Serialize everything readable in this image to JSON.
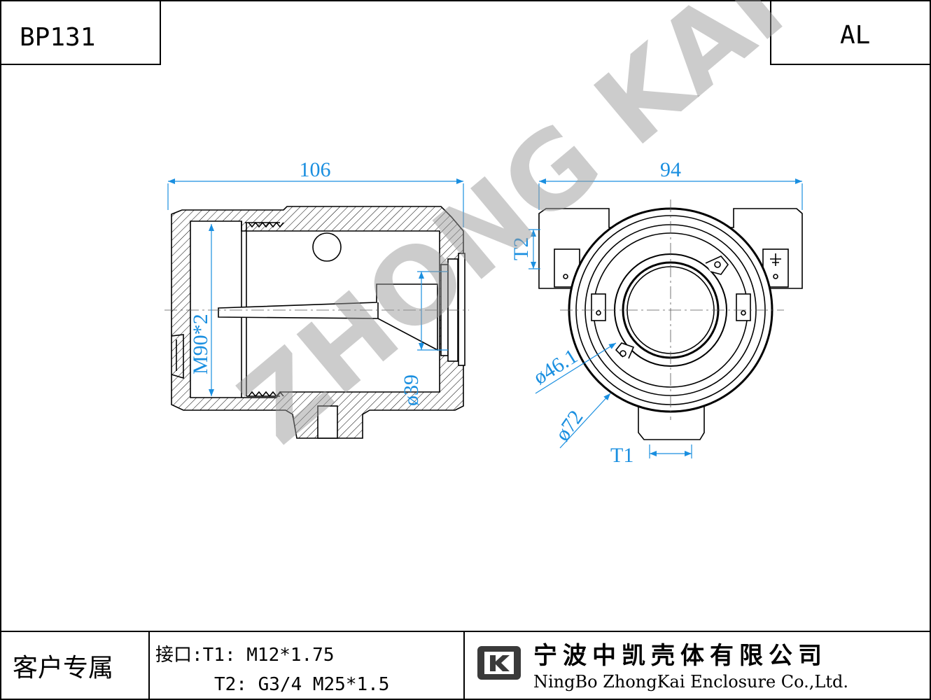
{
  "header": {
    "model_code": "BP131",
    "material": "AL"
  },
  "drawing": {
    "watermark": "ZHONG KAI",
    "dimensions": {
      "side_width": "106",
      "front_width": "94",
      "thread": "M90*2",
      "bore_dia": "ø39",
      "inner_dia": "ø46.1",
      "outer_dia": "ø72",
      "port_t1": "T1",
      "port_t2": "T2"
    }
  },
  "footer": {
    "customer_label": "客户专属",
    "port_line1": "接口:T1: M12*1.75",
    "port_line2": "T2: G3/4 M25*1.5",
    "company_cn": "宁波中凯壳体有限公司",
    "company_en": "NingBo ZhongKai Enclosure Co.,Ltd."
  },
  "colors": {
    "dimension": "#1a8fe0",
    "line": "#000000",
    "watermark": "#9a9a9a"
  }
}
